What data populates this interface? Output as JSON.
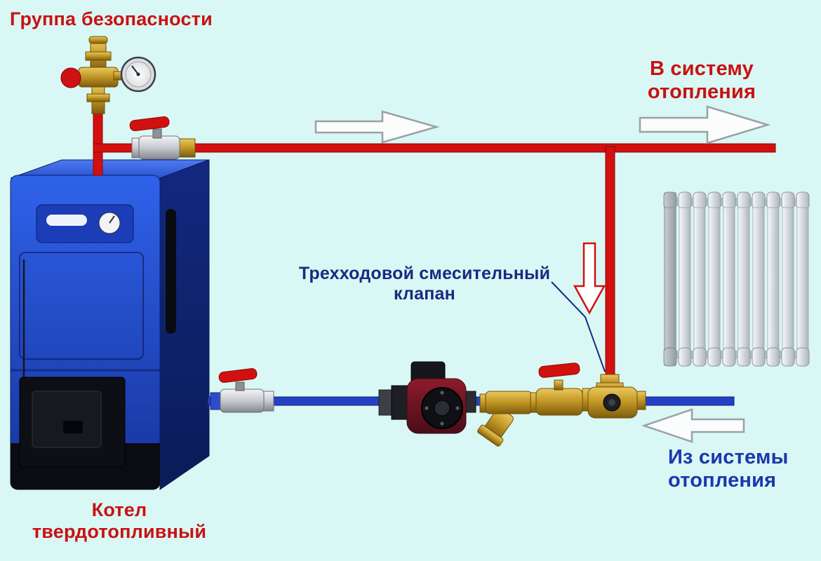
{
  "diagram": {
    "labels": {
      "safety_group": "Группа безопасности",
      "to_system": {
        "line1": "В систему",
        "line2": "отопления"
      },
      "mixing_valve": {
        "line1": "Трехходовой смесительный",
        "line2": "клапан"
      },
      "from_system": {
        "line1": "Из системы",
        "line2": "отопления"
      },
      "boiler": {
        "line1": "Котел",
        "line2": "твердотопливный"
      }
    },
    "components": {
      "boiler": "solid-fuel-boiler",
      "safety_group": "safety-group-assembly",
      "pressure_gauge": "pressure-gauge",
      "supply_valve": "supply-ball-valve",
      "return_valve": "return-ball-valve",
      "pump": "circulation-pump",
      "strainer": "y-strainer",
      "inlet_valve": "mixing-inlet-ball-valve",
      "mixing_valve": "three-way-mixing-valve",
      "radiator": "radiator"
    }
  },
  "colors": {
    "background": "#d9f7f4",
    "supply_pipe": "#d21010",
    "return_pipe": "#2440c8",
    "label_red": "#c91111",
    "label_navy": "#1b2a80",
    "label_blue": "#1a38ab",
    "brass": "#c49a28",
    "boiler_blue": "#2450d8",
    "radiator_gray": "#c3cbd1"
  }
}
